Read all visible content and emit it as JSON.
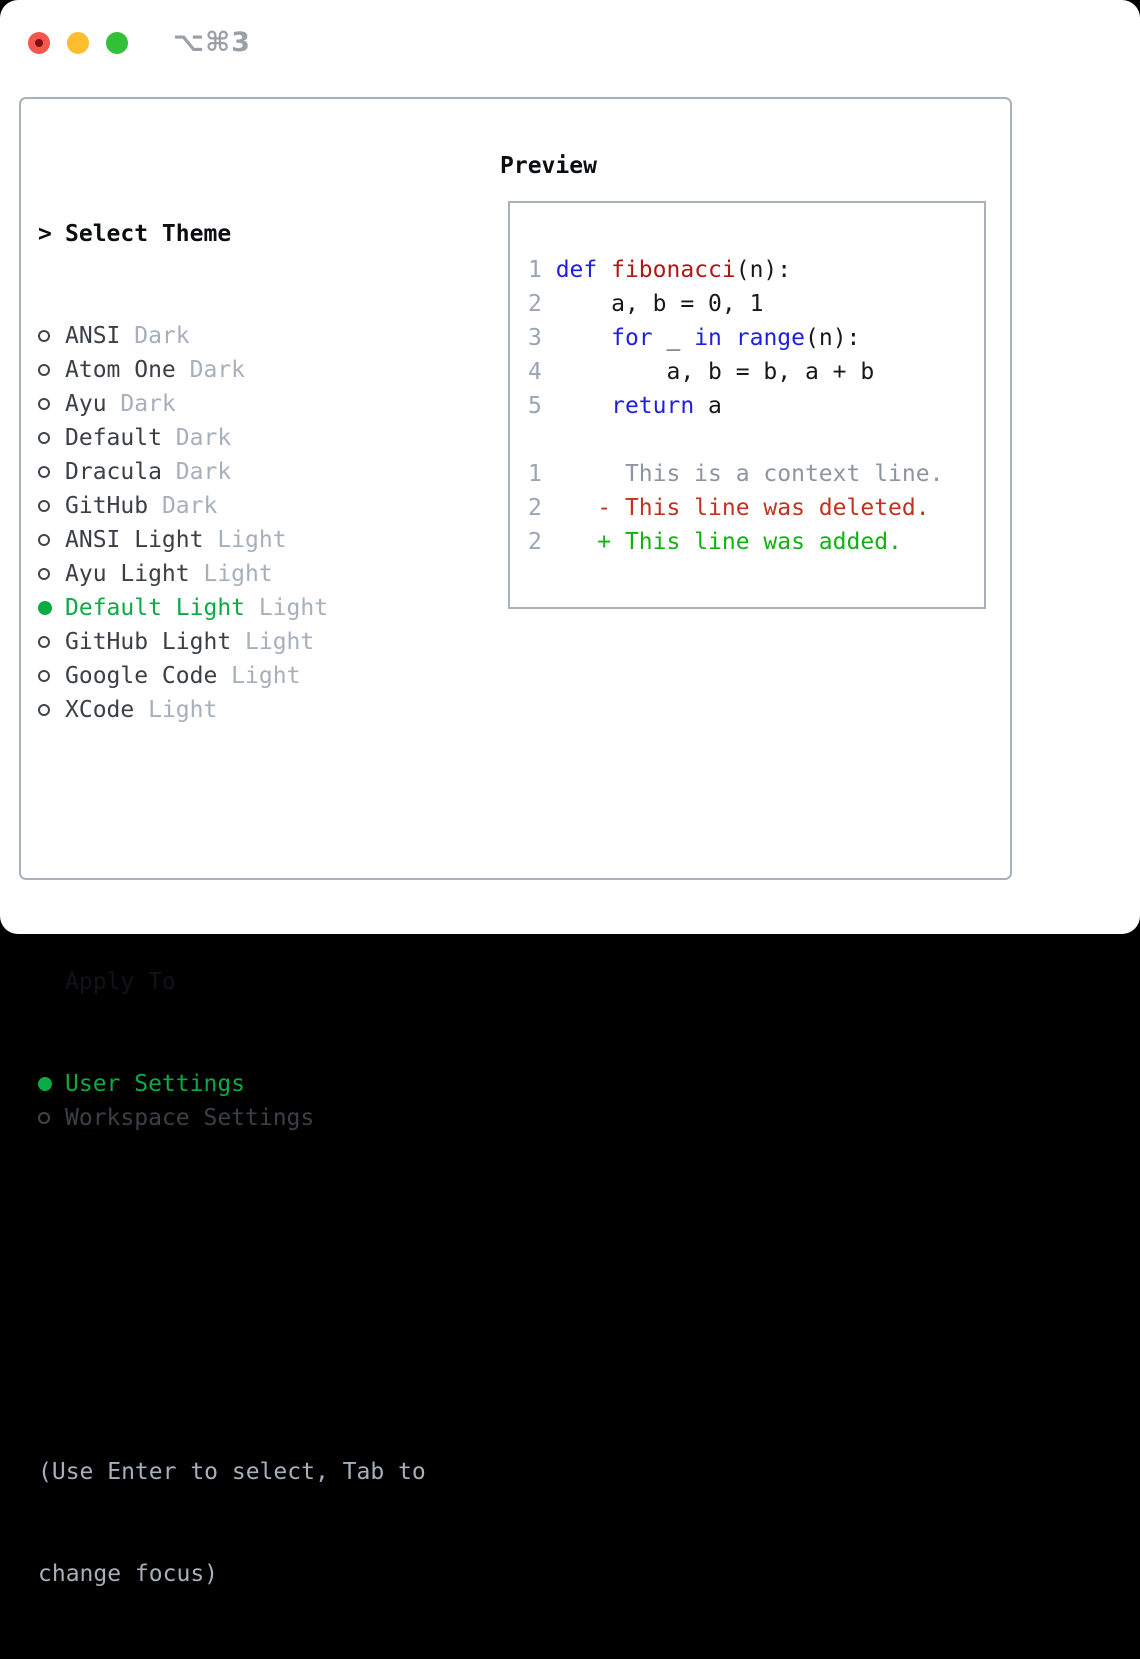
{
  "window": {
    "shortcut_label": "⌥⌘3",
    "traffic_lights": [
      "close",
      "minimize",
      "zoom"
    ]
  },
  "palette": {
    "tl_red": "#f4574e",
    "tl_red_dot": "#7f100b",
    "tl_yellow": "#fcbd2e",
    "tl_green": "#32c136",
    "shortcut": "#9aa0a6",
    "border": "#a9b1bc",
    "sel_green": "#0caa45",
    "item_text": "#3a4046",
    "variant_text": "#a7afbb",
    "muted": "#a7afbb",
    "lineno": "#9aa5b4",
    "kw": "#1f1fe0",
    "fn": "#b01717",
    "plain": "#16181c",
    "ctx": "#8e959e",
    "del": "#c2331f",
    "add": "#12b212"
  },
  "theme_picker": {
    "prompt": ">",
    "title": "Select Theme",
    "items": [
      {
        "name": "ANSI",
        "variant": "Dark",
        "selected": false
      },
      {
        "name": "Atom One",
        "variant": "Dark",
        "selected": false
      },
      {
        "name": "Ayu",
        "variant": "Dark",
        "selected": false
      },
      {
        "name": "Default",
        "variant": "Dark",
        "selected": false
      },
      {
        "name": "Dracula",
        "variant": "Dark",
        "selected": false
      },
      {
        "name": "GitHub",
        "variant": "Dark",
        "selected": false
      },
      {
        "name": "ANSI Light",
        "variant": "Light",
        "selected": false
      },
      {
        "name": "Ayu Light",
        "variant": "Light",
        "selected": false
      },
      {
        "name": "Default Light",
        "variant": "Light",
        "selected": true
      },
      {
        "name": "GitHub Light",
        "variant": "Light",
        "selected": false
      },
      {
        "name": "Google Code",
        "variant": "Light",
        "selected": false
      },
      {
        "name": "XCode",
        "variant": "Light",
        "selected": false
      }
    ]
  },
  "apply_to": {
    "title": "Apply To",
    "options": [
      {
        "label": "User Settings",
        "selected": true
      },
      {
        "label": "Workspace Settings",
        "selected": false
      }
    ]
  },
  "help_text": {
    "line1": "(Use Enter to select, Tab to",
    "line2": "change focus)"
  },
  "preview": {
    "title": "Preview",
    "lines": [
      {
        "num": "1",
        "segments": [
          {
            "t": "def",
            "c": "kw"
          },
          {
            "t": " ",
            "c": "plain"
          },
          {
            "t": "fibonacci",
            "c": "fn"
          },
          {
            "t": "(n):",
            "c": "plain"
          }
        ]
      },
      {
        "num": "2",
        "segments": [
          {
            "t": "    a, b = 0, 1",
            "c": "plain"
          }
        ]
      },
      {
        "num": "3",
        "segments": [
          {
            "t": "    ",
            "c": "plain"
          },
          {
            "t": "for",
            "c": "kw"
          },
          {
            "t": " _ ",
            "c": "plain"
          },
          {
            "t": "in",
            "c": "kw"
          },
          {
            "t": " ",
            "c": "plain"
          },
          {
            "t": "range",
            "c": "kw"
          },
          {
            "t": "(n):",
            "c": "plain"
          }
        ]
      },
      {
        "num": "4",
        "segments": [
          {
            "t": "        a, b = b, a + b",
            "c": "plain"
          }
        ]
      },
      {
        "num": "5",
        "segments": [
          {
            "t": "    ",
            "c": "plain"
          },
          {
            "t": "return",
            "c": "kw"
          },
          {
            "t": " a",
            "c": "plain"
          }
        ]
      },
      {
        "num": "",
        "segments": []
      },
      {
        "num": "1",
        "segments": [
          {
            "t": "     This is a context line.",
            "c": "ctx"
          }
        ]
      },
      {
        "num": "2",
        "segments": [
          {
            "t": "   - This line was deleted.",
            "c": "del"
          }
        ]
      },
      {
        "num": "2",
        "segments": [
          {
            "t": "   + This line was added.",
            "c": "add"
          }
        ]
      }
    ]
  }
}
